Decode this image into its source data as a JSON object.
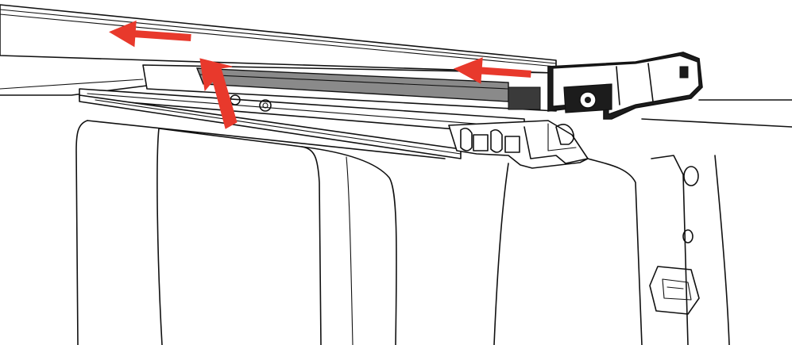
{
  "figure": {
    "description_visible_text": "",
    "colors": {
      "line": "#111111",
      "arrow": "#e8392c",
      "slot_fill": "#8a8a8a",
      "cap_fill": "#1c1c1c",
      "background": "#ffffff"
    },
    "arrows": [
      {
        "name": "arrow-left-top",
        "direction": "left"
      },
      {
        "name": "arrow-left-right",
        "direction": "left"
      },
      {
        "name": "arrow-up-diagonal",
        "direction": "up-left"
      }
    ]
  }
}
